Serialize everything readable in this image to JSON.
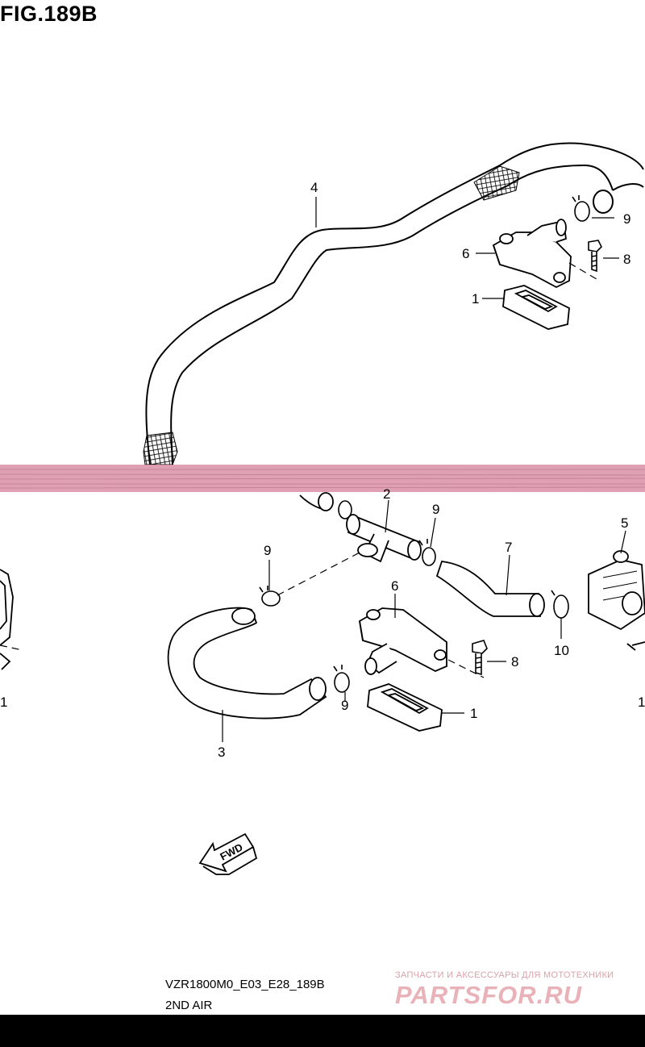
{
  "figure": {
    "title": "FIG.189B",
    "ref_code": "VZR1800M0_E03_E28_189B",
    "ref_name": "2ND AIR"
  },
  "callouts": [
    "4",
    "9",
    "6",
    "8",
    "1",
    "2",
    "9",
    "9",
    "7",
    "5",
    "6",
    "8",
    "10",
    "1",
    "3",
    "9",
    "1",
    "1"
  ],
  "direction_marker": "FWD",
  "watermark": {
    "line1": "ЗАПЧАСТИ И АКСЕССУАРЫ ДЛЯ МОТОТЕХНИКИ",
    "line2": "PARTSFOR.RU"
  },
  "colors": {
    "divider_band": "#d98fa7",
    "watermark": "#e9b2b8",
    "line_art": "#000000"
  }
}
